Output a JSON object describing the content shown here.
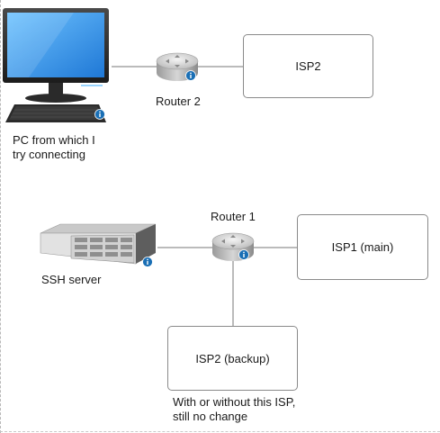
{
  "diagram": {
    "pc": {
      "caption_line1": "PC from which I",
      "caption_line2": "try connecting"
    },
    "router2": {
      "label": "Router 2"
    },
    "isp2_top": {
      "label": "ISP2"
    },
    "server": {
      "caption": "SSH server"
    },
    "router1": {
      "label": "Router 1"
    },
    "isp1": {
      "label": "ISP1 (main)"
    },
    "isp2_backup": {
      "label": "ISP2 (backup)"
    },
    "note": {
      "line1": "With or without this ISP,",
      "line2": "still no change"
    }
  },
  "colors": {
    "link": "#777777",
    "box_border": "#8a8a8a",
    "info_badge": "#1a6fb5"
  },
  "icons": [
    "computer-icon",
    "router-icon",
    "server-icon",
    "info-icon"
  ]
}
